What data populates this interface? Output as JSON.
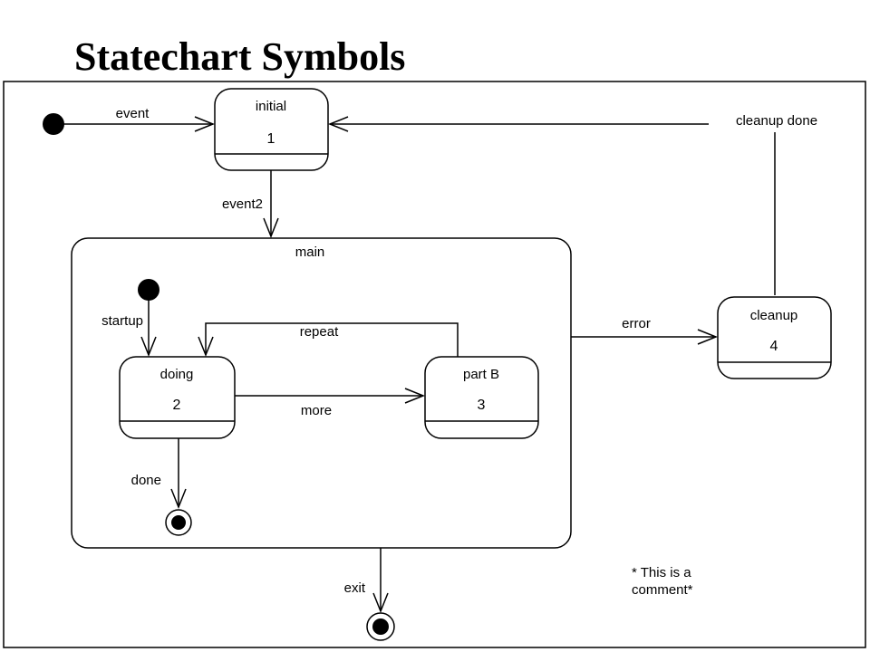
{
  "title": "Statechart Symbols",
  "states": {
    "initial": {
      "name": "initial",
      "number": "1"
    },
    "main": {
      "name": "main"
    },
    "doing": {
      "name": "doing",
      "number": "2"
    },
    "part_b": {
      "name": "part B",
      "number": "3"
    },
    "cleanup": {
      "name": "cleanup",
      "number": "4"
    }
  },
  "transitions": {
    "event": "event",
    "event2": "event2",
    "cleanup_done": "cleanup done",
    "startup": "startup",
    "repeat": "repeat",
    "more": "more",
    "done": "done",
    "error": "error",
    "exit": "exit"
  },
  "comment": {
    "line1": "* This is a",
    "line2": "comment*"
  },
  "colors": {
    "stroke": "#000000",
    "background": "#ffffff"
  }
}
